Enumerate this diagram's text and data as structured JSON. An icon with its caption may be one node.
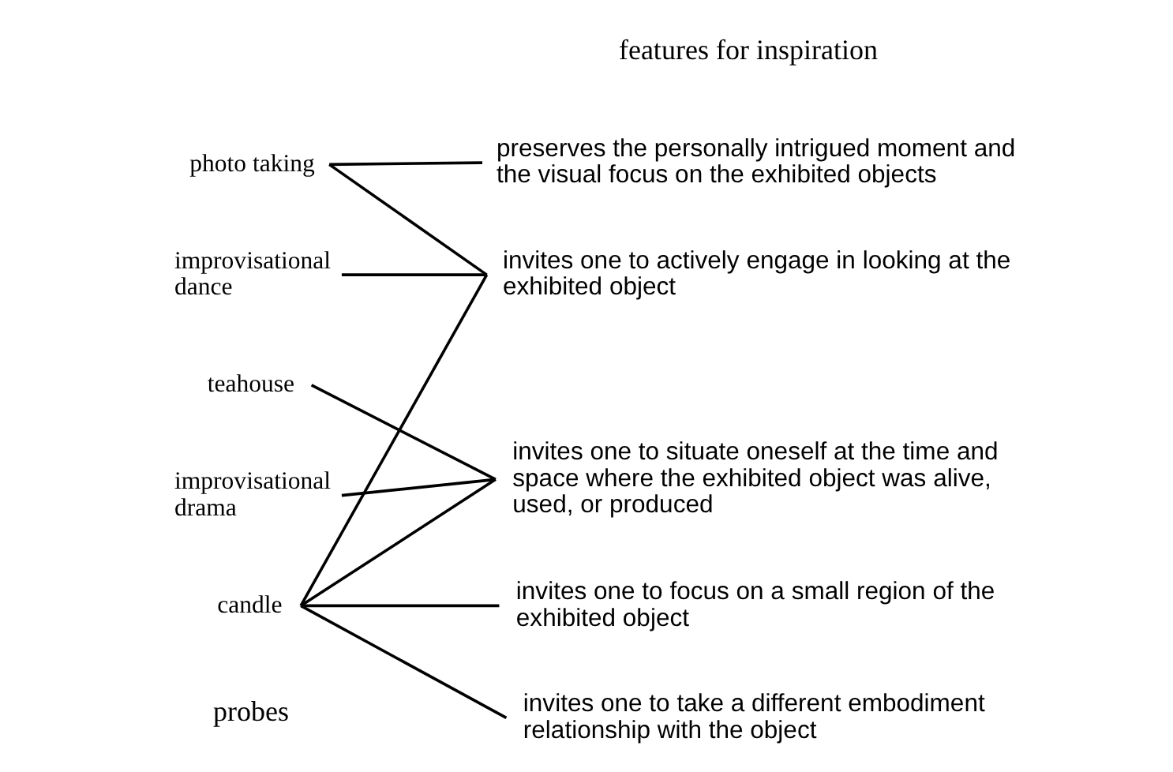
{
  "diagram": {
    "nodes": [
      {
        "text": [
          "photo taking"
        ]
      },
      {
        "text": [
          "improvisational dance"
        ]
      },
      {
        "text": [
          "improvisational drama"
        ]
      },
      {
        "text": [
          "candle"
        ]
      },
      {
        "text": [
          "teahouse"
        ]
      },
      {
        "text": [
          "preserves the personally intrigued moment and the visual focus on the exhibited objects"
        ]
      },
      {
        "text": [
          "invites one to actively engage in looking at the exhibited object"
        ]
      },
      {
        "text": [
          "invites one to situate oneself at the time and space where the exhibited object was alive, used, or produced"
        ]
      },
      {
        "text": [
          "invites one to take a different embodiment relationship with the object"
        ]
      },
      {
        "text": [
          "invites one to focus on a small region of the exhibited object"
        ]
      }
    ],
    "edges": [
      {
        "from": 0,
        "to": 5,
        "arrow": "none"
      },
      {
        "from": 0,
        "to": 6,
        "arrow": "none"
      },
      {
        "from": 1,
        "to": 6,
        "arrow": "none"
      },
      {
        "from": 2,
        "to": 7,
        "arrow": "none"
      },
      {
        "from": 3,
        "to": 6,
        "arrow": "none"
      },
      {
        "from": 3,
        "to": 7,
        "arrow": "none"
      },
      {
        "from": 3,
        "to": 8,
        "arrow": "none"
      },
      {
        "from": 3,
        "to": 9,
        "arrow": "none"
      },
      {
        "from": 4,
        "to": 7,
        "arrow": "none"
      }
    ],
    "labels": [
      "probes",
      "features for inspiration"
    ]
  }
}
